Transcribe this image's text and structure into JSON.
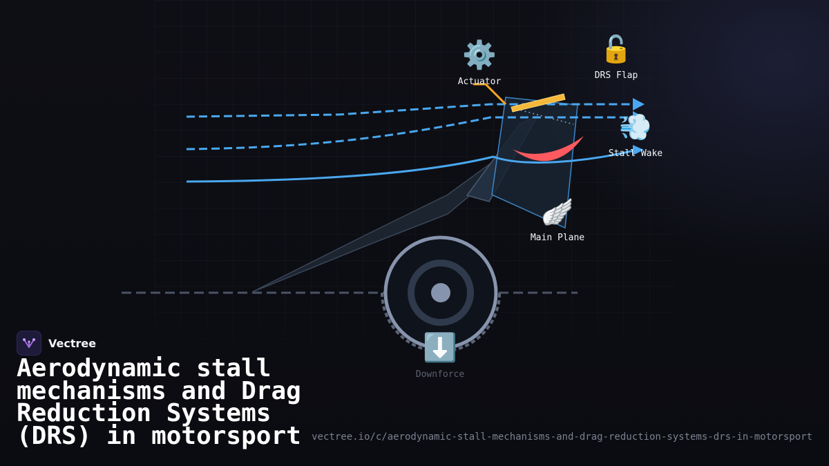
{
  "diagram": {
    "labels": {
      "actuator": "Actuator",
      "drs_flap": "DRS Flap",
      "stall_wake": "Stall Wake",
      "main_plane": "Main Plane",
      "downforce": "Downforce"
    },
    "icons": {
      "actuator": "gear-icon",
      "drs_flap": "open-lock-icon",
      "stall_wake": "wind-gust-icon",
      "main_plane": "wing-icon",
      "downforce": "down-arrow-icon"
    },
    "colors": {
      "airflow": "#4aa8f0",
      "flap": "#f5b83a",
      "stall": "#ff5a5f",
      "body": "#1c2430",
      "wheel": "#8794ad"
    }
  },
  "brand": {
    "name": "Vectree"
  },
  "title": "Aerodynamic stall mechanisms and Drag Reduction Systems (DRS) in motorsport",
  "url": "vectree.io/c/aerodynamic-stall-mechanisms-and-drag-reduction-systems-drs-in-motorsport"
}
